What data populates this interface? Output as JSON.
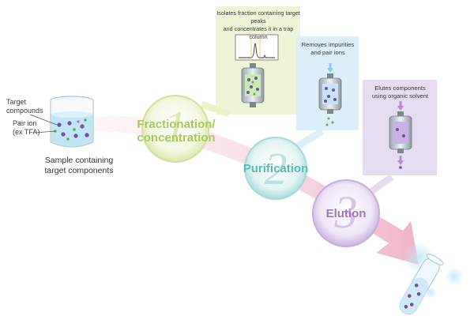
{
  "sample": {
    "target_label": "Target\ncompounds",
    "pairion_label": "Pair ion\n(ex TFA)",
    "caption": "Sample containing\ntarget components"
  },
  "steps": [
    {
      "number": "1",
      "label": "Fractionation/\nconcentration",
      "color": "#a8c85a",
      "note": "Isolates fraction containing target peaks\nand concentrates it in a trap column"
    },
    {
      "number": "2",
      "label": "Purification",
      "color": "#5bb8b8",
      "note": "Removes impurities\nand pair ions"
    },
    {
      "number": "3",
      "label": "Elution",
      "color": "#9a78ba",
      "note": "Elutes components\nusing organic solvent"
    }
  ],
  "colors": {
    "panel1": "#eef5d6",
    "panel2": "#dceefa",
    "panel3": "#e6dcf1",
    "arrow": "#f1b7cb",
    "liquid": "#bfe6f5",
    "compound": "#7a4aa6",
    "pair_ion": "#6aa84f"
  }
}
